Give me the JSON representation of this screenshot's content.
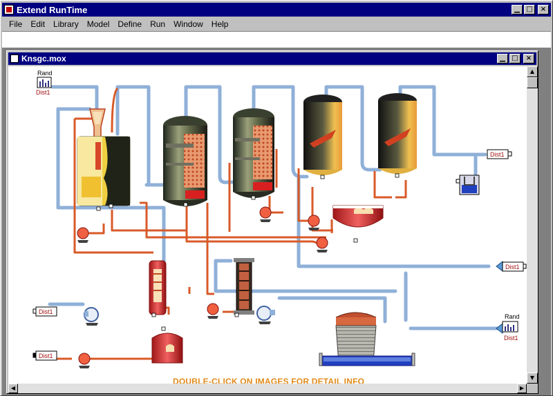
{
  "app": {
    "title": "Extend RunTime"
  },
  "menu": {
    "items": [
      "File",
      "Edit",
      "Library",
      "Model",
      "Define",
      "Run",
      "Window",
      "Help"
    ]
  },
  "window_buttons": {
    "minimize": "▁",
    "maximize": "□",
    "close": "×"
  },
  "document": {
    "title": "Knsgc.mox"
  },
  "blocks": {
    "rand_top_label": "Rand",
    "rand_top_dist": "Dist1",
    "dist_right_top": "Dist1",
    "dist_right_mid": "Dist1",
    "rand_right_label": "Rand",
    "rand_right_dist": "Dist1",
    "dist_left_mid": "Dist1",
    "dist_left_bottom": "Dist1"
  },
  "instruction": "DOUBLE-CLICK ON IMAGES FOR DETAIL INFO",
  "colors": {
    "title_bar": "#000080",
    "pipe_blue": "#8fb0d8",
    "pipe_red": "#d85a28",
    "instruction_text": "#e08a18"
  }
}
